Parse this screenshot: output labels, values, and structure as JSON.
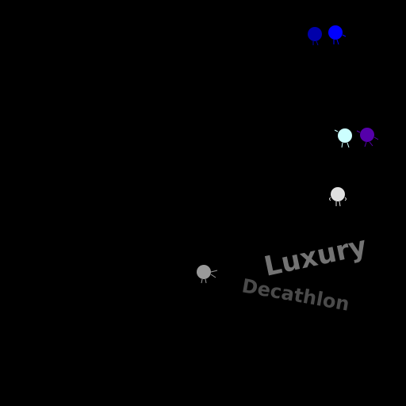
{
  "background": "#000000",
  "logo": {
    "line1": "Luxury",
    "line2": "Decathlon",
    "line1_color": "#737373",
    "line2_color": "#4a4a4a"
  },
  "figures": [
    {
      "name": "figure-dark-blue",
      "color": "#0000aa"
    },
    {
      "name": "figure-blue",
      "color": "#0000ff"
    },
    {
      "name": "figure-light-cyan",
      "color": "#ccffff"
    },
    {
      "name": "figure-purple",
      "color": "#5500aa"
    },
    {
      "name": "figure-light-gray",
      "color": "#e0e0e0"
    },
    {
      "name": "figure-gray",
      "color": "#999999"
    }
  ]
}
